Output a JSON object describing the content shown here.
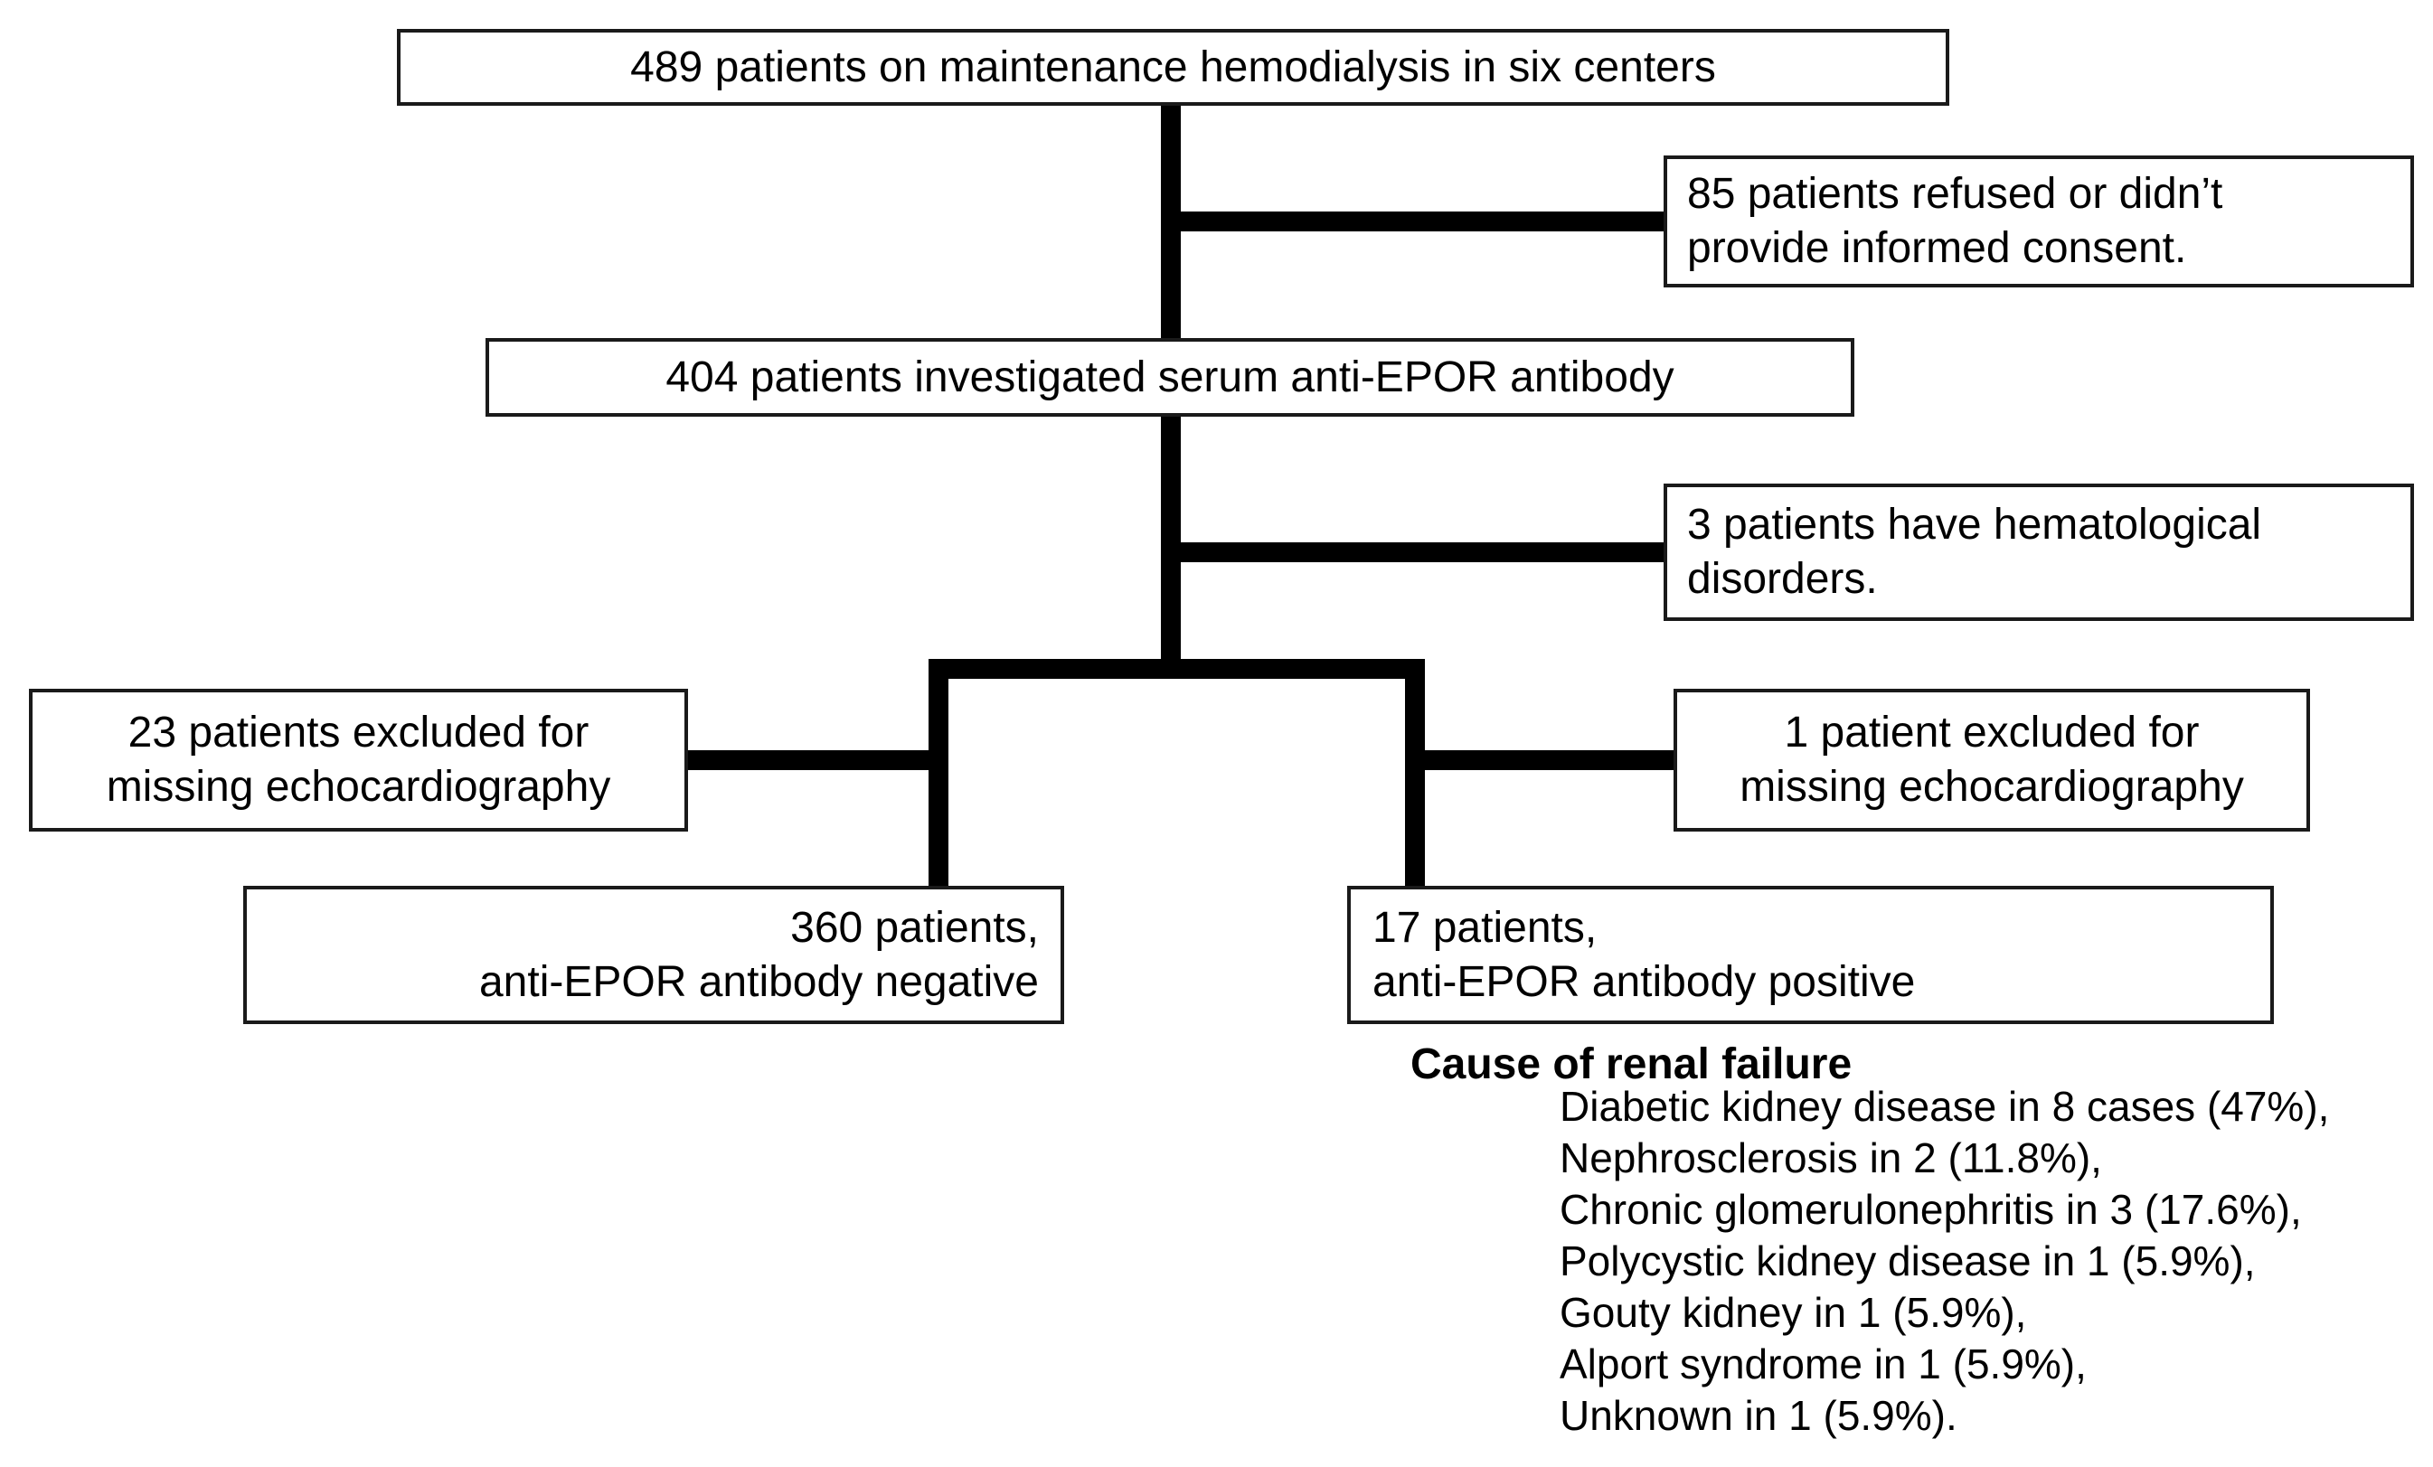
{
  "figure": {
    "boxes": {
      "total": {
        "text": "489 patients on maintenance hemodialysis in six centers"
      },
      "refused": {
        "line1": "85 patients refused or didn’t",
        "line2": "provide informed consent."
      },
      "investigated": {
        "text": "404 patients investigated serum anti-EPOR antibody"
      },
      "hematological": {
        "line1": "3 patients have hematological",
        "line2": "disorders."
      },
      "excluded_left": {
        "line1": "23 patients excluded for",
        "line2": "missing echocardiography"
      },
      "excluded_right": {
        "line1": "1 patient excluded for",
        "line2": "missing echocardiography"
      },
      "negative": {
        "line1": "360 patients,",
        "line2": "anti-EPOR antibody negative"
      },
      "positive": {
        "line1": "17 patients,",
        "line2": "anti-EPOR antibody positive"
      }
    },
    "cause": {
      "heading": "Cause of renal failure",
      "items": [
        "Diabetic kidney disease in 8 cases (47%),",
        "Nephrosclerosis in 2 (11.8%),",
        "Chronic glomerulonephritis in 3 (17.6%),",
        "Polycystic kidney disease in 1 (5.9%),",
        "Gouty kidney in 1 (5.9%),",
        "Alport syndrome in 1 (5.9%),",
        "Unknown in 1 (5.9%)."
      ]
    },
    "colors": {
      "line": "#000000",
      "border": "#1a1a1a",
      "text": "#000000",
      "background": "#ffffff"
    }
  }
}
